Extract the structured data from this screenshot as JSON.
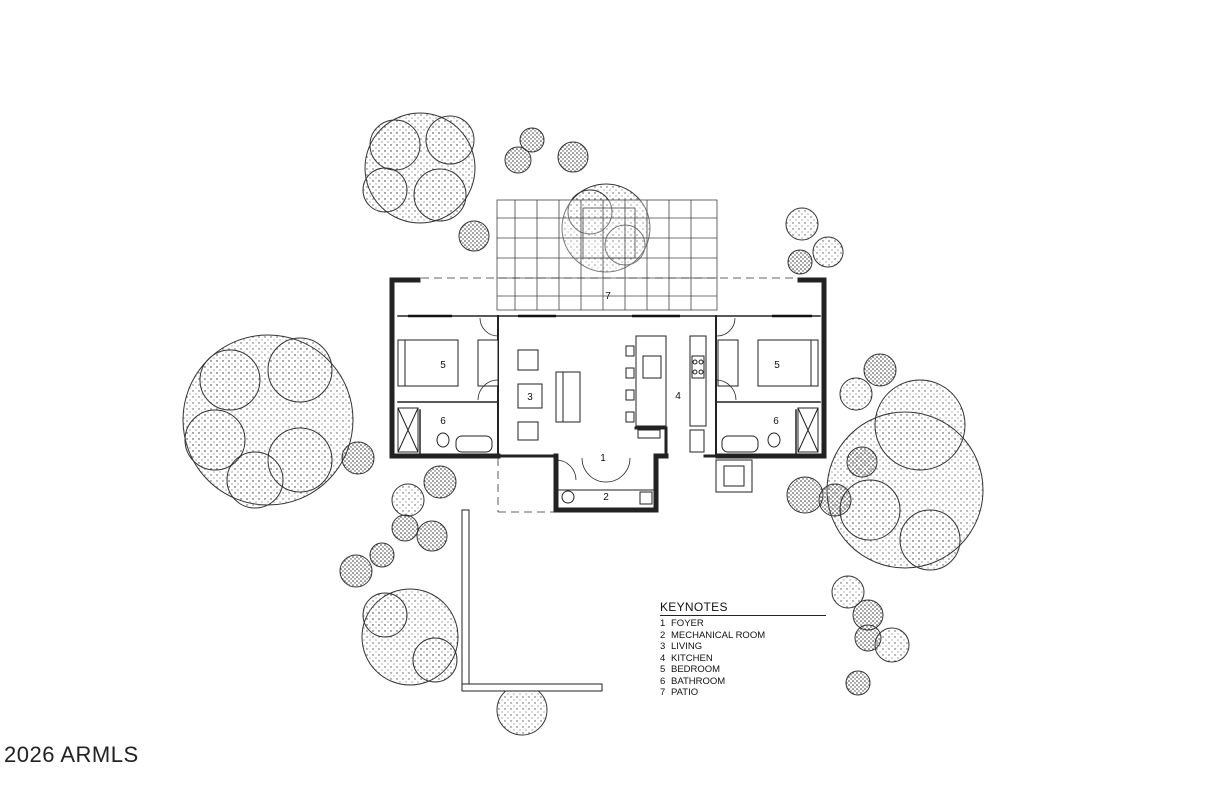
{
  "room_labels": {
    "foyer": "1",
    "mechanical": "2",
    "living": "3",
    "kitchen": "4",
    "bedroom_left": "5",
    "bedroom_right": "5",
    "bath_left": "6",
    "bath_right": "6",
    "patio": "7"
  },
  "keynotes": {
    "title": "KEYNOTES",
    "items": [
      {
        "num": "1",
        "label": "FOYER"
      },
      {
        "num": "2",
        "label": "MECHANICAL ROOM"
      },
      {
        "num": "3",
        "label": "LIVING"
      },
      {
        "num": "4",
        "label": "KITCHEN"
      },
      {
        "num": "5",
        "label": "BEDROOM"
      },
      {
        "num": "6",
        "label": "BATHROOM"
      },
      {
        "num": "7",
        "label": "PATIO"
      }
    ]
  },
  "watermark": "2026 ARMLS"
}
